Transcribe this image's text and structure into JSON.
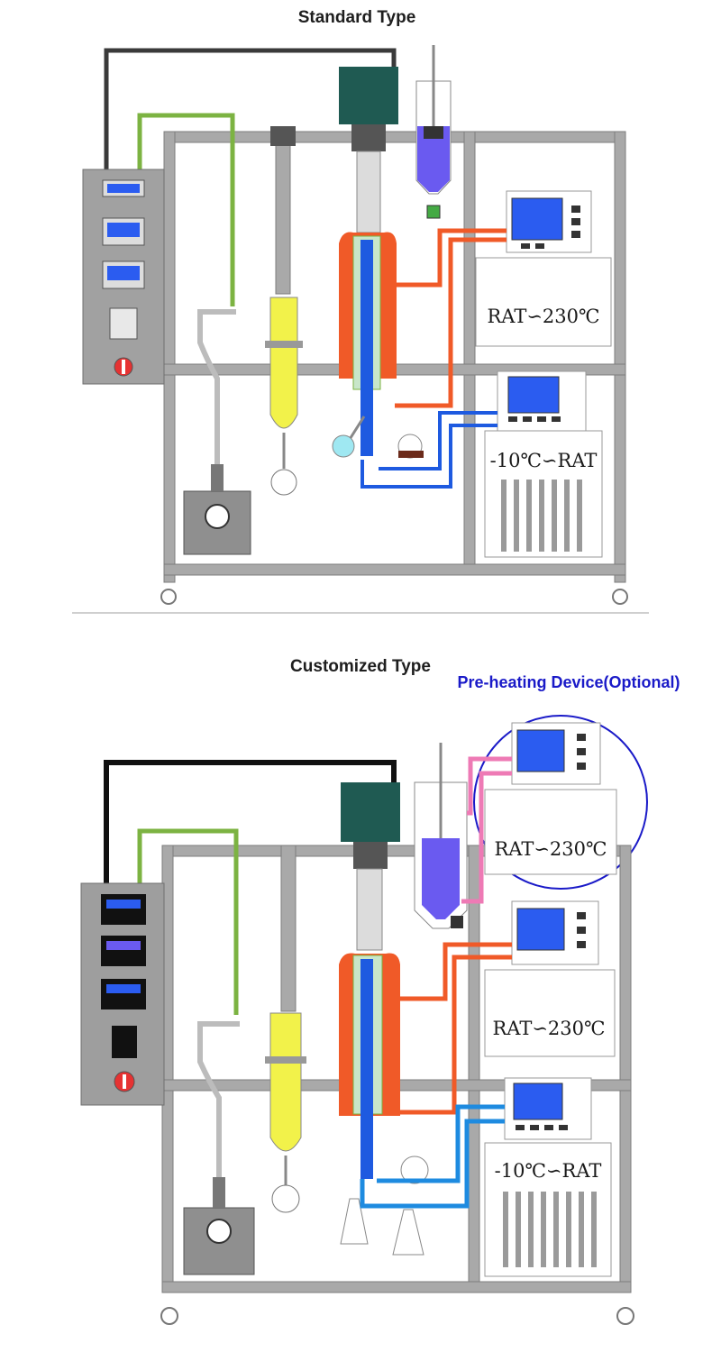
{
  "standard": {
    "title": "Standard Type",
    "heater_range": "RAT∽230℃",
    "chiller_range": "-10℃∽RAT"
  },
  "customized": {
    "title": "Customized Type",
    "preheat_label": "Pre-heating Device(Optional)",
    "preheat_range": "RAT∽230℃",
    "heater_range": "RAT∽230℃",
    "chiller_range": "-10℃∽RAT"
  },
  "colors": {
    "frame": "#a6a6a6",
    "cabinet": "#9e9e9e",
    "display": "#2b5cf0",
    "motor": "#1f5a52",
    "heating_line": "#f05a28",
    "cooling_line": "#1e5ae0",
    "vacuum_line": "#7cb342",
    "control_cable": "#3a3a3a",
    "cold_trap": "#f2f24a",
    "feed_liquid": "#6a5af0",
    "preheat_line": "#ee7ab5",
    "optional_mark": "#1a1ac8"
  }
}
